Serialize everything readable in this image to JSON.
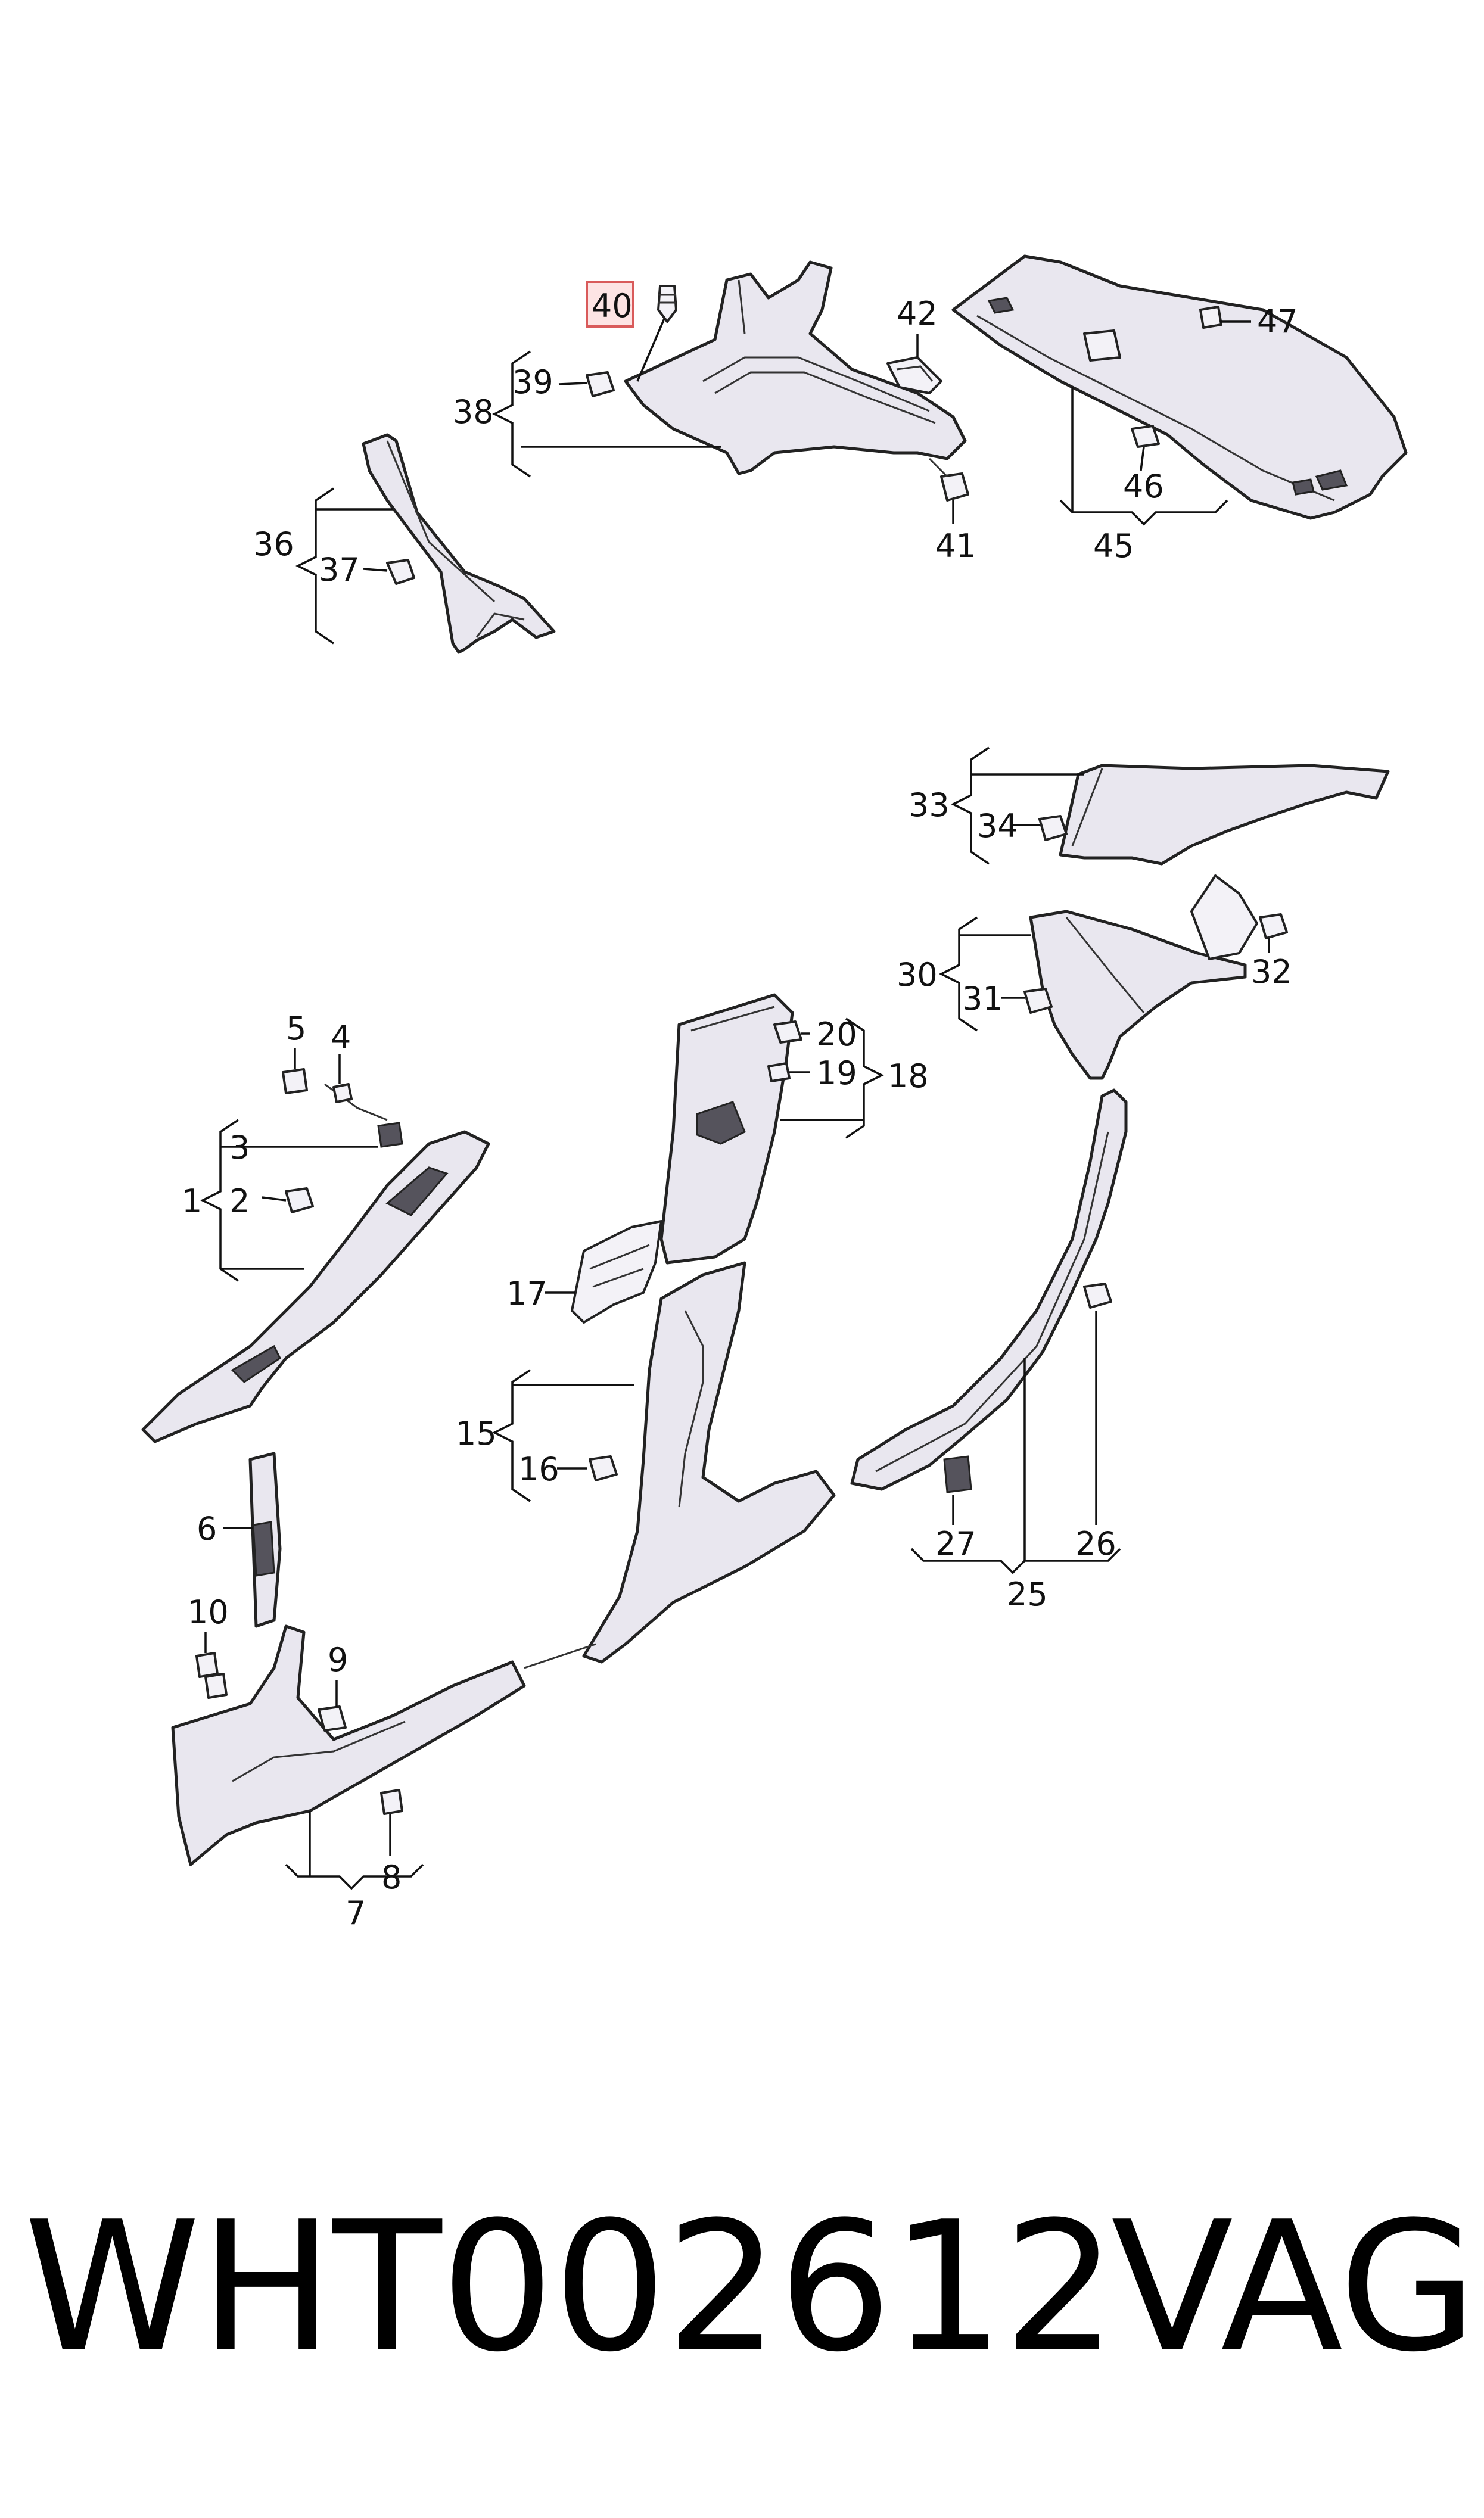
{
  "labels": {
    "p1": "1",
    "p2": "2",
    "p3": "3",
    "p4": "4",
    "p5": "5",
    "p6": "6",
    "p7": "7",
    "p8": "8",
    "p9": "9",
    "p10": "10",
    "p15": "15",
    "p16": "16",
    "p17": "17",
    "p18": "18",
    "p19": "19",
    "p20": "20",
    "p25": "25",
    "p26": "26",
    "p27": "27",
    "p30": "30",
    "p31": "31",
    "p32": "32",
    "p33": "33",
    "p34": "34",
    "p36": "36",
    "p37": "37",
    "p38": "38",
    "p39": "39",
    "p40": "40",
    "p41": "41",
    "p42": "42",
    "p45": "45",
    "p46": "46",
    "p47": "47"
  },
  "highlighted_label": "40",
  "highlight_color": "#fde4e4",
  "footer": {
    "part_number": "WHT002612",
    "brand": "VAG"
  }
}
